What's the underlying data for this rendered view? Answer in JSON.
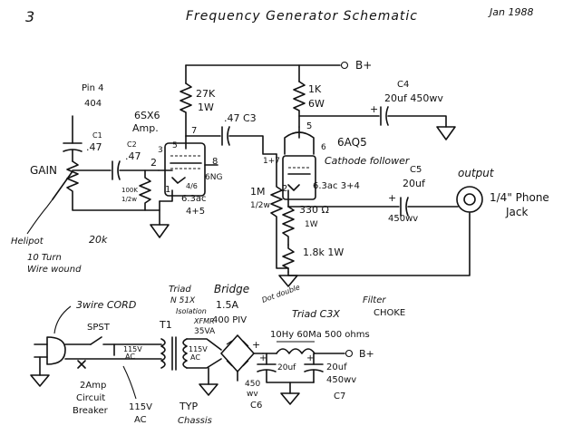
{
  "header": {
    "page_number": "3",
    "title": "Frequency Generator Schematic",
    "date": "Jan 1988"
  },
  "supply": {
    "bplus_top": "B+",
    "bplus_psu": "B+"
  },
  "pot": {
    "pin": "Pin 4",
    "value": "404",
    "gain": "GAIN",
    "note_1": "Helipot",
    "note_2": "20k",
    "note_3": "10 Turn",
    "note_4": "Wire wound"
  },
  "c1": {
    "name": "C1",
    "value": ".47"
  },
  "c2": {
    "name": "C2",
    "value": ".47"
  },
  "c3": {
    "value": ".47 C3"
  },
  "c4": {
    "name": "C4",
    "value": "20uf 450wv",
    "plus": "+"
  },
  "c5": {
    "name": "C5",
    "value": "20uf",
    "rating": "450wv",
    "plus": "+"
  },
  "r_100k": {
    "value": "100K",
    "rating": "1/2w"
  },
  "r_27k": {
    "value": "27K",
    "rating": "1W"
  },
  "r_1k": {
    "value": "1K",
    "rating": "6W"
  },
  "r_1m": {
    "value": "1M",
    "rating": "1/2w"
  },
  "r_330": {
    "value": "330 Ω",
    "rating": "1W"
  },
  "r_18k": {
    "value": "1.8k 1W"
  },
  "tube1": {
    "type": "6SX6",
    "role": "Amp.",
    "pin_5": "5",
    "pin_3": "3",
    "pin_2": "2",
    "pin_7": "7",
    "pin_8": "8",
    "pin_1": "1",
    "pins_hk": "4/6",
    "heater": "6.3ac",
    "heater_pins": "4+5",
    "ground_note": "6NG"
  },
  "tube2": {
    "type": "6AQ5",
    "role": "Cathode follower",
    "pin_5": "5",
    "pin_6": "6",
    "pins_17": "1+7",
    "pin_2": "2",
    "heater": "6.3ac 3+4"
  },
  "output": {
    "label": "output",
    "jack_1": "1/4\" Phone",
    "jack_2": "Jack"
  },
  "psu": {
    "cord": "3wire CORD",
    "switch": "SPST",
    "breaker_1": "2Amp",
    "breaker_2": "Circuit",
    "breaker_3": "Breaker",
    "mains_1": "115V",
    "mains_2": "AC",
    "mains_3": "115V",
    "mains_4": "AC",
    "xfmr_name": "T1",
    "xfmr_1": "Triad",
    "xfmr_2": "N 51X",
    "xfmr_3": "Isolation",
    "xfmr_4": "XFMR",
    "xfmr_5": "35VA",
    "sec_1": "115V",
    "sec_2": "AC",
    "bridge_1": "Bridge",
    "bridge_2": "1.5A",
    "bridge_3": "400 PIV",
    "dot_note": "Dot double",
    "choke_1": "Triad C3X",
    "choke_2": "Filter",
    "choke_3": "CHOKE",
    "choke_spec": "10Hy 60Ma 500 ohms",
    "c6_cap": "20uf",
    "c6_rating_1": "450",
    "c6_rating_2": "wv",
    "c6_name": "C6",
    "c7_cap": "20uf",
    "c7_rating": "450wv",
    "c7_name": "C7",
    "chassis_1": "TYP",
    "chassis_2": "Chassis",
    "plus": "+"
  }
}
